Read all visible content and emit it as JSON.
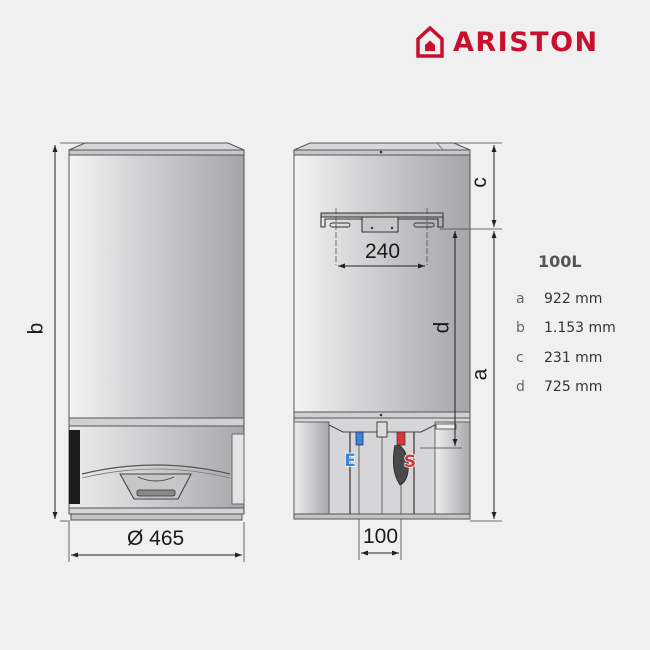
{
  "brand": {
    "name": "ARISTON",
    "color": "#c8102e",
    "icon": "house-logo-icon"
  },
  "diagram": {
    "front_view": {
      "height_label": "b",
      "width_label": "Ø 465"
    },
    "side_view": {
      "bracket_width_label": "240",
      "pipe_spacing_label": "100",
      "top_to_bracket_label": "c",
      "bracket_to_outlet_label": "d",
      "bracket_to_bottom_label": "a",
      "inlet_label": "E",
      "outlet_label": "S",
      "inlet_color": "#3a86d4",
      "outlet_color": "#d23a3a"
    }
  },
  "specs": {
    "model": "100L",
    "rows": [
      {
        "key": "a",
        "value": "922 mm"
      },
      {
        "key": "b",
        "value": "1.153 mm"
      },
      {
        "key": "c",
        "value": "231 mm"
      },
      {
        "key": "d",
        "value": "725 mm"
      }
    ]
  }
}
